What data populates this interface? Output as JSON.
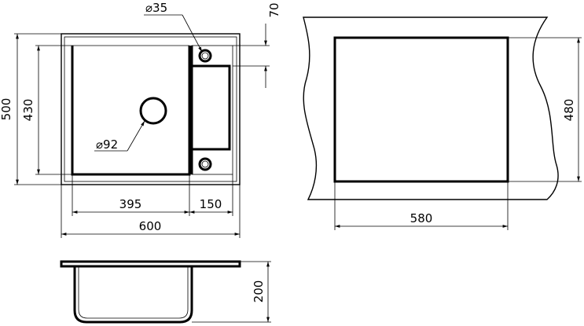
{
  "top_view": {
    "dims": {
      "drain_small_diameter": "⌀35",
      "drain_large_diameter": "⌀92",
      "bowl_width": "395",
      "drainboard_width": "150",
      "overall_width": "600",
      "overall_depth": "500",
      "bowl_depth": "430",
      "edge_offset": "70"
    }
  },
  "cutout_view": {
    "dims": {
      "cutout_width": "580",
      "cutout_depth": "480"
    }
  },
  "side_view": {
    "dims": {
      "bowl_height": "200"
    }
  }
}
